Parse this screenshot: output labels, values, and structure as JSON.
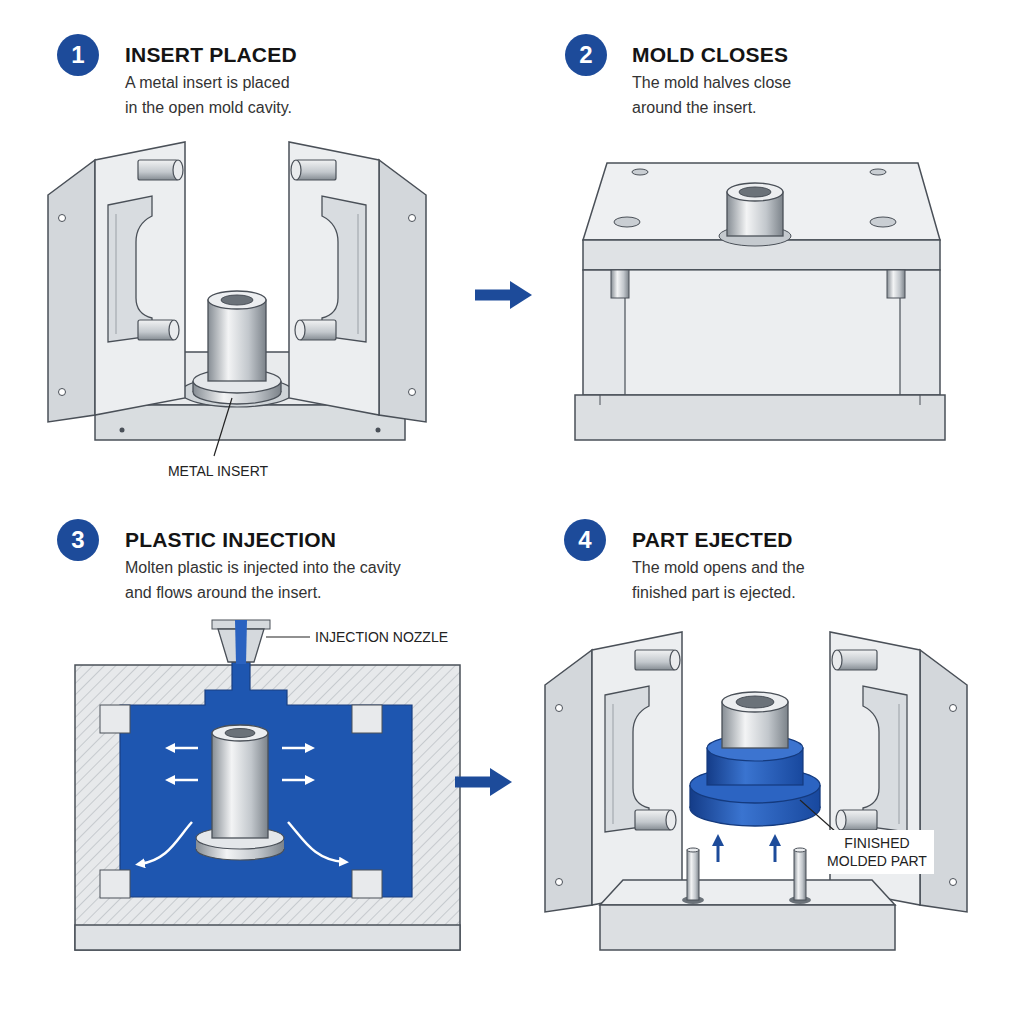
{
  "diagram": {
    "nodes": [
      {
        "text": [
          "1",
          "INSERT PLACED",
          "A metal insert is placed in the open mold cavity."
        ]
      },
      {
        "text": [
          "2",
          "MOLD CLOSES",
          "The mold halves close around the insert."
        ]
      },
      {
        "text": [
          "3",
          "PLASTIC INJECTION",
          "Molten plastic is injected into the cavity and flows around the insert."
        ]
      },
      {
        "text": [
          "4",
          "PART EJECTED",
          "The mold opens and the finished part is ejected."
        ]
      }
    ],
    "edges": [
      {
        "from": 0,
        "to": 1,
        "arrow": "to"
      },
      {
        "from": 2,
        "to": 3,
        "arrow": "to"
      }
    ],
    "labels": [
      "METAL INSERT",
      "INJECTION NOZZLE",
      "FINISHED MOLDED PART"
    ]
  }
}
